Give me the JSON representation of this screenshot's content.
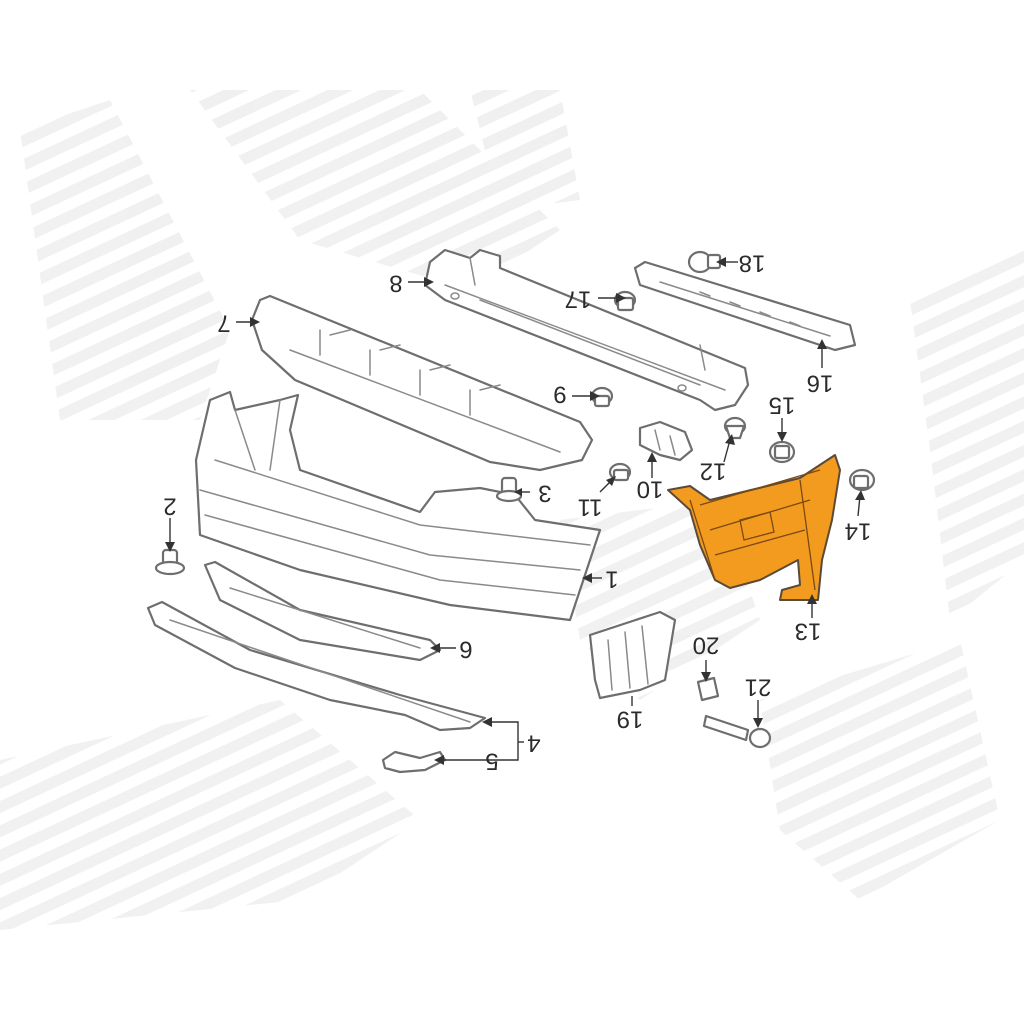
{
  "diagram": {
    "callouts": [
      {
        "id": "c1",
        "label": "1"
      },
      {
        "id": "c2",
        "label": "2"
      },
      {
        "id": "c3",
        "label": "3"
      },
      {
        "id": "c4",
        "label": "4"
      },
      {
        "id": "c5",
        "label": "5"
      },
      {
        "id": "c6",
        "label": "6"
      },
      {
        "id": "c7",
        "label": "7"
      },
      {
        "id": "c8",
        "label": "8"
      },
      {
        "id": "c9",
        "label": "9"
      },
      {
        "id": "c10",
        "label": "10"
      },
      {
        "id": "c11",
        "label": "11"
      },
      {
        "id": "c12",
        "label": "12"
      },
      {
        "id": "c13",
        "label": "13"
      },
      {
        "id": "c14",
        "label": "14"
      },
      {
        "id": "c15",
        "label": "15"
      },
      {
        "id": "c16",
        "label": "16"
      },
      {
        "id": "c17",
        "label": "17"
      },
      {
        "id": "c18",
        "label": "18"
      },
      {
        "id": "c19",
        "label": "19"
      },
      {
        "id": "c20",
        "label": "20"
      },
      {
        "id": "c21",
        "label": "21"
      }
    ],
    "highlight_color": "#f39b1f",
    "line_color": "#6e6e6e",
    "highlighted_part": "13"
  }
}
